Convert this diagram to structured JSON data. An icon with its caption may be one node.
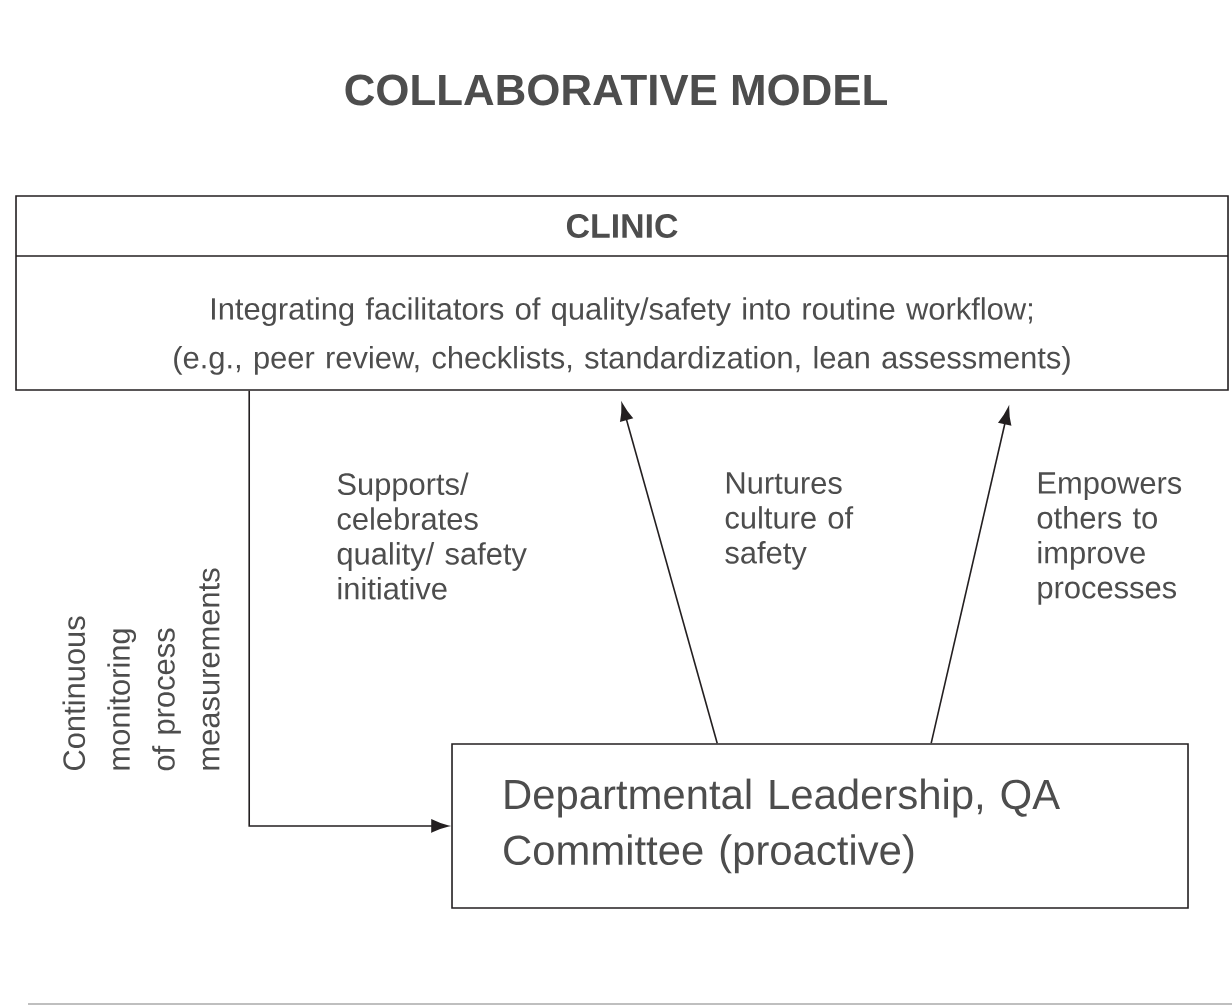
{
  "diagram": {
    "title": "COLLABORATIVE MODEL",
    "nodes": [
      {
        "text": [
          "CLINIC",
          "Integrating facilitators of quality/safety into routine workflow; (e.g., peer review, checklists, standardization, lean assessments)"
        ]
      },
      {
        "text": [
          "Departmental Leadership, QA Committee (proactive)"
        ]
      }
    ],
    "edges": [
      {
        "from": 0,
        "to": 1,
        "arrow": "to",
        "label": "Continuous monitoring of process measurements"
      },
      {
        "from": 1,
        "to": 0,
        "arrow": "to"
      },
      {
        "from": 1,
        "to": 0,
        "arrow": "to"
      }
    ],
    "labels": [
      "Supports/ celebrates quality/ safety initiative",
      "Nurtures culture of safety",
      "Empowers others to improve processes"
    ]
  }
}
